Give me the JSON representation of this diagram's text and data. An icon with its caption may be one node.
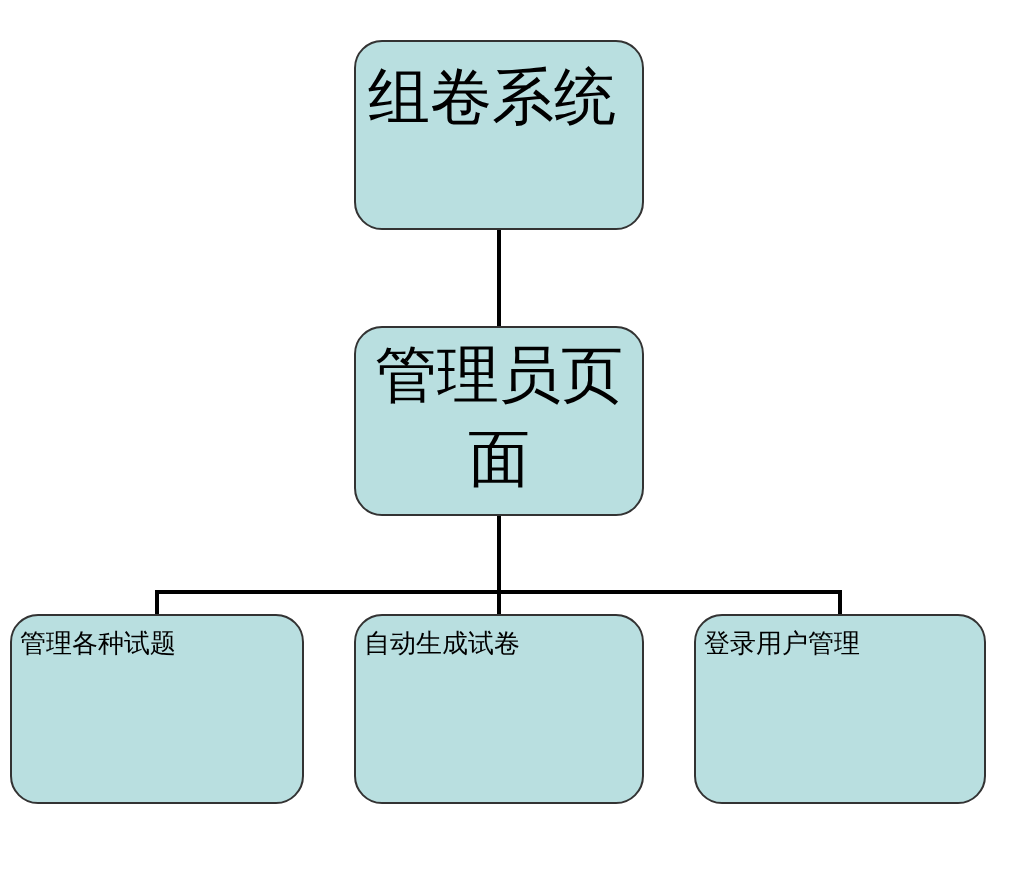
{
  "diagram": {
    "nodes": [
      {
        "text": [
          "组卷系统"
        ]
      },
      {
        "text": [
          "管理员页面"
        ]
      },
      {
        "text": [
          "管理各种试题"
        ]
      },
      {
        "text": [
          "自动生成试卷"
        ]
      },
      {
        "text": [
          "登录用户管理"
        ]
      }
    ],
    "edges": [
      {
        "from": 0,
        "to": 1,
        "arrow": "none"
      },
      {
        "from": 1,
        "to": 2,
        "arrow": "none"
      },
      {
        "from": 1,
        "to": 3,
        "arrow": "none"
      },
      {
        "from": 1,
        "to": 4,
        "arrow": "none"
      }
    ]
  }
}
